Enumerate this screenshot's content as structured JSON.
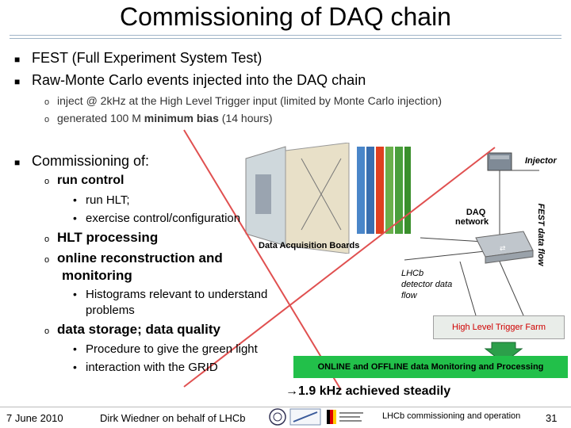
{
  "title": "Commissioning of DAQ chain",
  "bullets_top": [
    "FEST (Full Experiment System Test)",
    "Raw-Monte Carlo events injected into the DAQ chain"
  ],
  "sub_bullets_top": [
    "inject @ 2kHz at the High Level Trigger input (limited by Monte Carlo injection)",
    {
      "prefix": "generated 100 M ",
      "bold": "minimum bias",
      "suffix": "  (14 hours)"
    }
  ],
  "commissioning": {
    "heading": "Commissioning of:",
    "run_control": "run control",
    "run_control_items": [
      "run HLT;",
      "exercise control/configuration"
    ],
    "hlt_processing": "HLT processing",
    "online_recon_line1": "online reconstruction and",
    "online_recon_line2": "monitoring",
    "histograms_line1": "Histograms relevant to understand",
    "histograms_line2": "problems",
    "data_storage": "data storage; data quality",
    "storage_items": [
      "Procedure to give the green light",
      "interaction with the GRID"
    ]
  },
  "diagram": {
    "injector": "Injector",
    "fest_flow": "FEST data flow",
    "daq_network_1": "DAQ",
    "daq_network_2": "network",
    "daq_boards": "Data Acquisition Boards",
    "lhcb_flow_1": "LHCb",
    "lhcb_flow_2": "detector data",
    "lhcb_flow_3": "flow",
    "hlt_farm": "High Level Trigger Farm",
    "online_offline": "ONLINE and OFFLINE data Monitoring and Processing",
    "achieved": "→1.9 kHz achieved steadily",
    "colors": {
      "accent_red": "#d00000",
      "green_box": "#22c04a",
      "cross_line": "#e05050"
    }
  },
  "footer": {
    "date": "7 June 2010",
    "author": "Dirk Wiedner on behalf of LHCb",
    "talk": "LHCb commissioning and operation",
    "page": "31"
  }
}
